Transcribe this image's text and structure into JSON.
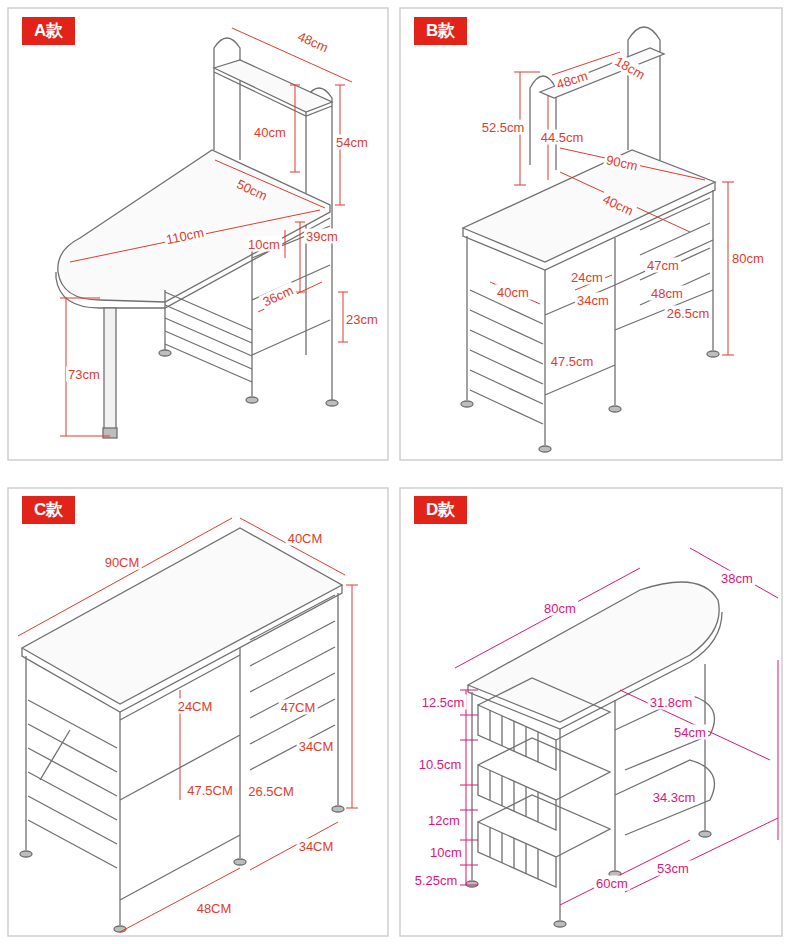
{
  "diagram": {
    "nodes": [
      {
        "text": [
          "A款"
        ]
      },
      {
        "text": [
          "B款"
        ]
      },
      {
        "text": [
          "C款"
        ]
      },
      {
        "text": [
          "D款"
        ]
      }
    ],
    "labels": [
      "48cm",
      "40cm",
      "54cm",
      "50cm",
      "110cm",
      "10cm",
      "39cm",
      "36cm",
      "23cm",
      "73cm",
      "52.5cm",
      "48cm",
      "18cm",
      "44.5cm",
      "90cm",
      "40cm",
      "80cm",
      "24cm",
      "47cm",
      "40cm",
      "34cm",
      "48cm",
      "26.5cm",
      "47.5cm",
      "90CM",
      "40CM",
      "24CM",
      "47CM",
      "34CM",
      "47.5CM",
      "26.5CM",
      "34CM",
      "48CM",
      "80cm",
      "38cm",
      "12.5cm",
      "31.8cm",
      "54cm",
      "10.5cm",
      "34.3cm",
      "12cm",
      "10cm",
      "5.25cm",
      "60cm",
      "53cm"
    ]
  }
}
